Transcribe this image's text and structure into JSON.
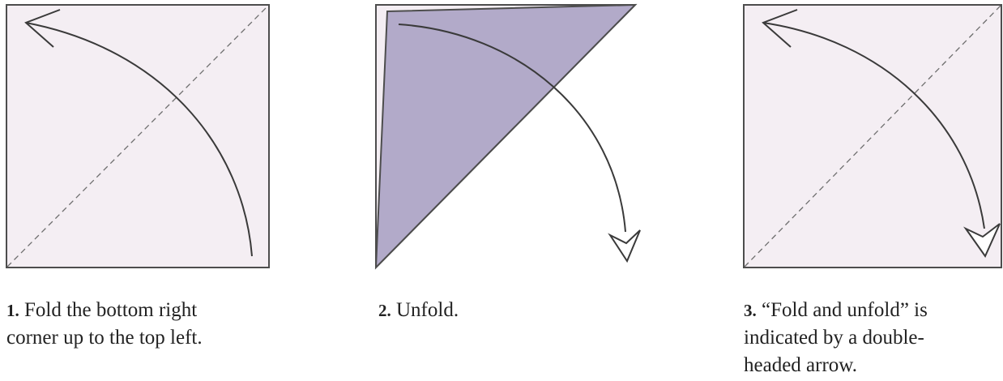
{
  "colors": {
    "paper_white_side": "#f4eef3",
    "paper_colored_side": "#b2aac9",
    "outline": "#4d4d4d",
    "crease": "#6e6e6e",
    "arrow": "#3a3a3a"
  },
  "steps": [
    {
      "number": "1.",
      "text_lines": [
        "Fold the bottom right",
        "corner up to the top left."
      ],
      "icons": [
        "paper-square",
        "diagonal-crease",
        "fold-arrow"
      ]
    },
    {
      "number": "2.",
      "text_lines": [
        "Unfold."
      ],
      "icons": [
        "folded-triangle",
        "unfold-arrow"
      ]
    },
    {
      "number": "3.",
      "text_lines": [
        "“Fold and unfold” is",
        "indicated by a double-",
        "headed arrow."
      ],
      "icons": [
        "paper-square",
        "diagonal-crease",
        "double-headed-arrow"
      ]
    }
  ]
}
